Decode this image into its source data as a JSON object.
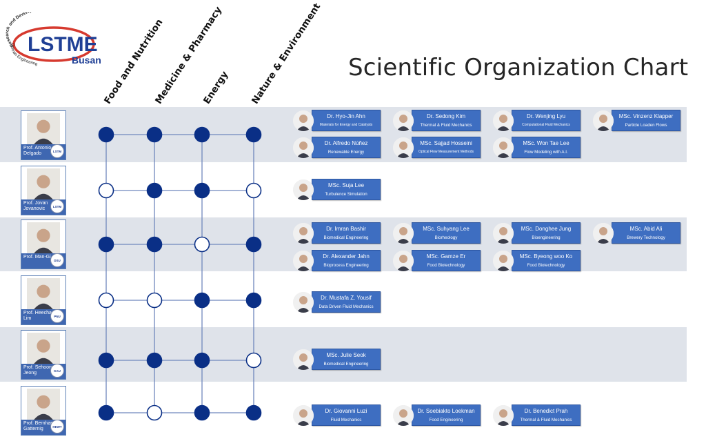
{
  "header": {
    "title": "Scientific Organization Chart",
    "logo": {
      "main": "LSTME",
      "city": "Busan",
      "arc_top": "Research and Development Center",
      "arc_bottom": "German Engineering"
    }
  },
  "columns": [
    "Food and Nutrition",
    "Medicine & Pharmacy",
    "Energy",
    "Nature & Environment"
  ],
  "colors": {
    "band": "#dfe3ea",
    "node": "#0a2f86",
    "card": "#3e6ec1",
    "line": "#6f87bd"
  },
  "rows": [
    {
      "prof": {
        "name": "Prof. Antonio Delgado",
        "badge": "LSTM"
      },
      "nodes": [
        true,
        true,
        true,
        true
      ],
      "members": [
        {
          "name": "Dr. Hyo-Jin Ahn",
          "role": "Materials for Energy and Catalysts",
          "small": true
        },
        {
          "name": "Dr. Sedong Kim",
          "role": "Thermal & Fluid Mechanics"
        },
        {
          "name": "Dr. Wenjing Lyu",
          "role": "Computational Fluid Mechanics",
          "small": true
        },
        {
          "name": "MSc. Vinzenz Klapper",
          "role": "Particle Loaden Flows"
        },
        {
          "name": "Dr. Alfredo Núñez",
          "role": "Renewable Energy"
        },
        {
          "name": "MSc. Sajjad Hosseini",
          "role": "Optical Flow Measurement Methods",
          "small": true
        },
        {
          "name": "MSc. Won Tae Lee",
          "role": "Flow Modeling with A.I."
        }
      ]
    },
    {
      "prof": {
        "name": "Prof. Jovan Jovanovic",
        "badge": "LSTM"
      },
      "nodes": [
        false,
        true,
        true,
        false
      ],
      "members": [
        {
          "name": "MSc. Suja Lee",
          "role": "Turbulence Simulation"
        }
      ]
    },
    {
      "prof": {
        "name": "Prof. Man-Gi Cho",
        "badge": "DSU"
      },
      "nodes": [
        true,
        true,
        false,
        true
      ],
      "members": [
        {
          "name": "Dr. Imran Bashir",
          "role": "Biomedical Engineering"
        },
        {
          "name": "MSc. Suhyang Lee",
          "role": "Biorheology"
        },
        {
          "name": "MSc. Donghee Jung",
          "role": "Bioengineering"
        },
        {
          "name": "MSc. Abid Ali",
          "role": "Brewery Technology"
        },
        {
          "name": "Dr. Alexander Jahn",
          "role": "Bioprocess Engineering"
        },
        {
          "name": "MSc. Gamze Er",
          "role": "Food Biotechnology"
        },
        {
          "name": "MSc. Byeong woo Ko",
          "role": "Food Biotechnology"
        }
      ]
    },
    {
      "prof": {
        "name": "Prof. Heechang Lim",
        "badge": "PNU"
      },
      "nodes": [
        false,
        false,
        true,
        true
      ],
      "members": [
        {
          "name": "Dr. Mustafa Z. Yousif",
          "role": "Data Driven Fluid Mechanics"
        }
      ]
    },
    {
      "prof": {
        "name": "Prof. Sehoon Jeong",
        "badge": "KAU"
      },
      "nodes": [
        true,
        true,
        true,
        false
      ],
      "members": [
        {
          "name": "MSc. Julie Seok",
          "role": "Biomedical Engineering"
        }
      ]
    },
    {
      "prof": {
        "name": "Prof. Bernhard Gatternig",
        "badge": "HEWT"
      },
      "nodes": [
        true,
        false,
        true,
        true
      ],
      "members": [
        {
          "name": "Dr. Giovanni Luzi",
          "role": "Fluid Mechanics"
        },
        {
          "name": "Dr. Soebiakto Loekman",
          "role": "Food Engineering"
        },
        {
          "name": "Dr. Benedict Prah",
          "role": "Thermal & Fluid Mechanics"
        }
      ]
    }
  ]
}
